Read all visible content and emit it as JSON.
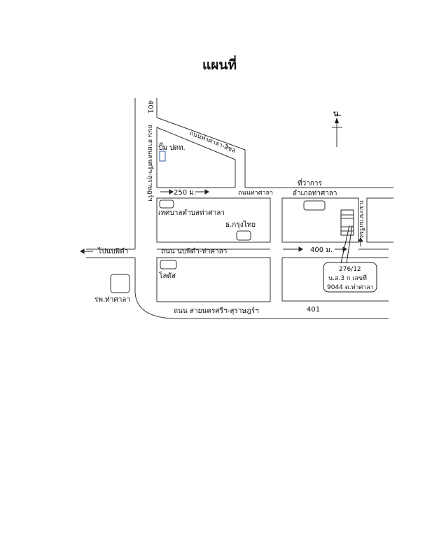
{
  "title": "แผนที่",
  "labels": {
    "road_401_vertical_num": "401",
    "road_vertical_name": "ถนน สายนครศรีฯ-สุราษฎร์ฯ",
    "road_diagonal": "ถนนท่าศาลา-สิชล",
    "gas_station": "ปั๊ม ปตท.",
    "dist_250": "250 ม.",
    "road_thasala": "ถนนท่าศาลา",
    "district_office_line1": "ที่ว่าการ",
    "district_office_line2": "อำเภอท่าศาลา",
    "municipality": "เทศบาลตำบลท่าศาลา",
    "krungthai_bank": "ธ.กรุงไทย",
    "to_nopphitam": "ไปนบพิตำ",
    "road_nopphitam": "ถนน นบพิตำ-ท่าศาลา",
    "dist_400": "400 ม.",
    "lotus": "โลตัส",
    "hospital": "รพ.ท่าศาลา",
    "road_bottom": "ถนน สายนครศรีฯ-สุราษฎร์ฯ",
    "road_401_bottom_num": "401",
    "road_right_vertical": "ถ.มะขามเรียง",
    "north": "น.",
    "callout_line1": "276/12",
    "callout_line2": "น.ส.3 ก เลขที่",
    "callout_line3": "9044 ต.ท่าศาลา"
  }
}
